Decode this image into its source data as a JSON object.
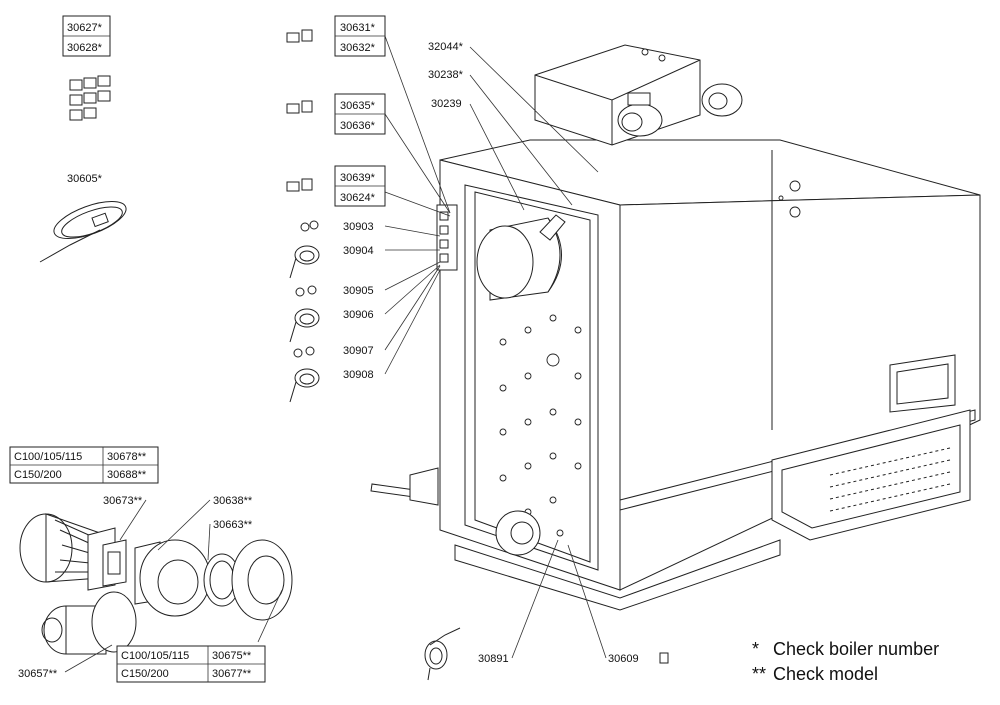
{
  "boxed_groups": [
    {
      "id": "g1",
      "rows": [
        "30627*",
        "30628*"
      ]
    },
    {
      "id": "g2",
      "rows": [
        "30631*",
        "30632*"
      ]
    },
    {
      "id": "g3",
      "rows": [
        "30635*",
        "30636*"
      ]
    },
    {
      "id": "g4",
      "rows": [
        "30639*",
        "30624*"
      ]
    }
  ],
  "model_tables": [
    {
      "id": "t1",
      "rows": [
        [
          "C100/105/115",
          "30678**"
        ],
        [
          "C150/200",
          "30688**"
        ]
      ]
    },
    {
      "id": "t2",
      "rows": [
        [
          "C100/105/115",
          "30675**"
        ],
        [
          "C150/200",
          "30677**"
        ]
      ]
    }
  ],
  "labels": {
    "30605": "30605*",
    "32044": "32044*",
    "30238": "30238*",
    "30239": "30239",
    "30903": "30903",
    "30904": "30904",
    "30905": "30905",
    "30906": "30906",
    "30907": "30907",
    "30908": "30908",
    "30673": "30673**",
    "30638": "30638**",
    "30663": "30663**",
    "30657": "30657**",
    "30891": "30891",
    "30609": "30609"
  },
  "notes": [
    {
      "marker": "*",
      "text": "Check boiler number"
    },
    {
      "marker": "**",
      "text": "Check model"
    }
  ]
}
